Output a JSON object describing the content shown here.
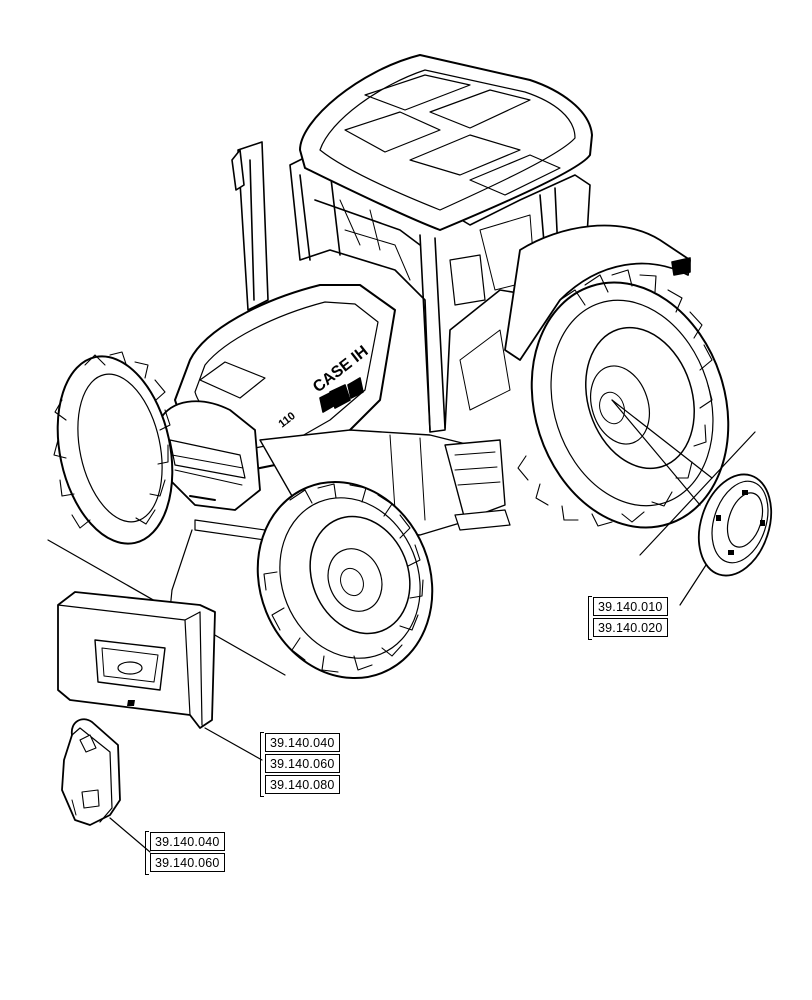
{
  "brand": {
    "logo_text": "CASE IH",
    "model_badge": "110"
  },
  "reference_groups": {
    "rear_wheel_weight": [
      "39.140.010",
      "39.140.020"
    ],
    "front_weight_block": [
      "39.140.040",
      "39.140.060",
      "39.140.080"
    ],
    "front_weight_plate": [
      "39.140.040",
      "39.140.060"
    ]
  },
  "line_color": "#000000",
  "background_color": "#ffffff"
}
